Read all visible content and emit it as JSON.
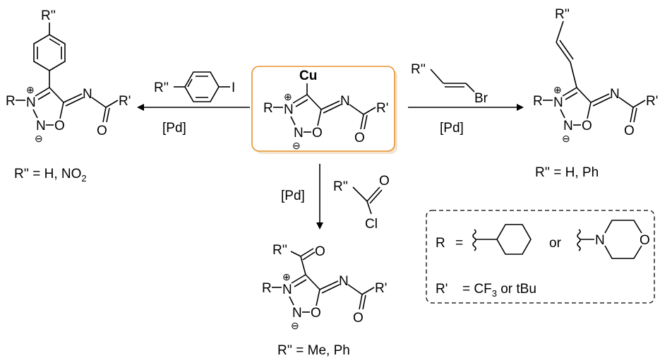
{
  "core": {
    "r": "R",
    "n3": "N",
    "plus": "⊕",
    "n2": "N",
    "minus": "⊖",
    "o_ring": "O",
    "n_exo": "N",
    "r_prime": "R'",
    "o_carbonyl": "O"
  },
  "center": {
    "metal": "Cu"
  },
  "left": {
    "reagent_r": "R''",
    "reagent_x": "I",
    "catalyst": "[Pd]",
    "product_r": "R''",
    "caption": "R''  = H, NO",
    "caption_sub": "2"
  },
  "right": {
    "reagent_r": "R''",
    "reagent_x": "Br",
    "catalyst": "[Pd]",
    "product_r": "R''",
    "caption": "R''  = H, Ph"
  },
  "bottom": {
    "reagent_r": "R''",
    "reagent_o": "O",
    "reagent_x": "Cl",
    "catalyst": "[Pd]",
    "product_r": "R''",
    "product_o": "O",
    "caption": "R'' = Me, Ph"
  },
  "legend": {
    "r_label": "R",
    "eq": "=",
    "or": "or",
    "morph_n": "N",
    "morph_o": "O",
    "rp_label": "R'",
    "rp_text": "= CF",
    "rp_sub": "3",
    "rp_tail": " or tBu"
  },
  "colors": {
    "highlight": "#e8912d"
  }
}
